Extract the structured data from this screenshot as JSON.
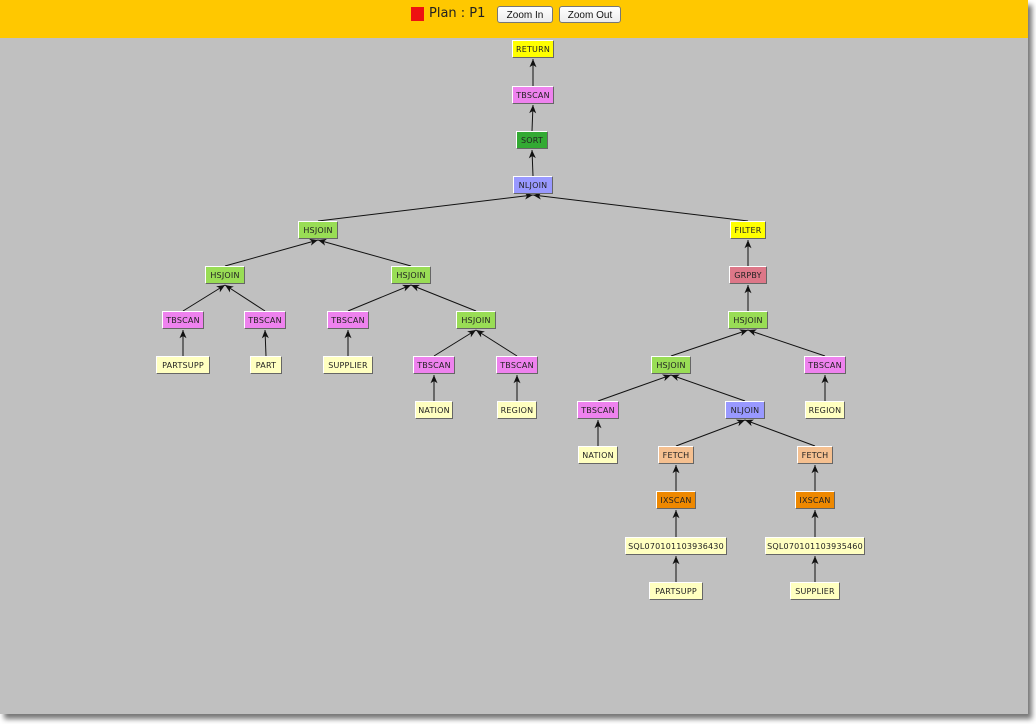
{
  "toolbar": {
    "plan_label": "Plan : P1",
    "plan_color": "#ee1111",
    "zoom_in_label": "Zoom In",
    "zoom_out_label": "Zoom Out"
  },
  "colors": {
    "return": "#ffff00",
    "tbscan": "#ee82ee",
    "sort": "#33aa33",
    "nljoin": "#9999ff",
    "hsjoin": "#99dd55",
    "filter": "#ffff00",
    "grpby": "#dd7788",
    "table": "#ffffc0",
    "fetch": "#f5c090",
    "ixscan": "#ee8800",
    "index": "#ffffc0"
  },
  "nodes": [
    {
      "id": "n1",
      "label": "RETURN",
      "type": "return",
      "parent": null
    },
    {
      "id": "n2",
      "label": "TBSCAN",
      "type": "tbscan",
      "parent": "n1"
    },
    {
      "id": "n3",
      "label": "SORT",
      "type": "sort",
      "parent": "n2"
    },
    {
      "id": "n4",
      "label": "NLJOIN",
      "type": "nljoin",
      "parent": "n3"
    },
    {
      "id": "n5",
      "label": "HSJOIN",
      "type": "hsjoin",
      "parent": "n4"
    },
    {
      "id": "n6",
      "label": "FILTER",
      "type": "filter",
      "parent": "n4"
    },
    {
      "id": "n7",
      "label": "HSJOIN",
      "type": "hsjoin",
      "parent": "n5"
    },
    {
      "id": "n8",
      "label": "HSJOIN",
      "type": "hsjoin",
      "parent": "n5"
    },
    {
      "id": "n9",
      "label": "GRPBY",
      "type": "grpby",
      "parent": "n6"
    },
    {
      "id": "n10",
      "label": "TBSCAN",
      "type": "tbscan",
      "parent": "n7"
    },
    {
      "id": "n11",
      "label": "TBSCAN",
      "type": "tbscan",
      "parent": "n7"
    },
    {
      "id": "n12",
      "label": "TBSCAN",
      "type": "tbscan",
      "parent": "n8"
    },
    {
      "id": "n13",
      "label": "HSJOIN",
      "type": "hsjoin",
      "parent": "n8"
    },
    {
      "id": "n14",
      "label": "HSJOIN",
      "type": "hsjoin",
      "parent": "n9"
    },
    {
      "id": "n15",
      "label": "PARTSUPP",
      "type": "table",
      "parent": "n10"
    },
    {
      "id": "n16",
      "label": "PART",
      "type": "table",
      "parent": "n11"
    },
    {
      "id": "n17",
      "label": "SUPPLIER",
      "type": "table",
      "parent": "n12"
    },
    {
      "id": "n18",
      "label": "TBSCAN",
      "type": "tbscan",
      "parent": "n13"
    },
    {
      "id": "n19",
      "label": "TBSCAN",
      "type": "tbscan",
      "parent": "n13"
    },
    {
      "id": "n20",
      "label": "HSJOIN",
      "type": "hsjoin",
      "parent": "n14"
    },
    {
      "id": "n21",
      "label": "TBSCAN",
      "type": "tbscan",
      "parent": "n14"
    },
    {
      "id": "n22",
      "label": "NATION",
      "type": "table",
      "parent": "n18"
    },
    {
      "id": "n23",
      "label": "REGION",
      "type": "table",
      "parent": "n19"
    },
    {
      "id": "n24",
      "label": "TBSCAN",
      "type": "tbscan",
      "parent": "n20"
    },
    {
      "id": "n25",
      "label": "NLJOIN",
      "type": "nljoin",
      "parent": "n20"
    },
    {
      "id": "n26",
      "label": "REGION",
      "type": "table",
      "parent": "n21"
    },
    {
      "id": "n27",
      "label": "NATION",
      "type": "table",
      "parent": "n24"
    },
    {
      "id": "n28",
      "label": "FETCH",
      "type": "fetch",
      "parent": "n25"
    },
    {
      "id": "n29",
      "label": "FETCH",
      "type": "fetch",
      "parent": "n25"
    },
    {
      "id": "n30",
      "label": "IXSCAN",
      "type": "ixscan",
      "parent": "n28"
    },
    {
      "id": "n31",
      "label": "IXSCAN",
      "type": "ixscan",
      "parent": "n29"
    },
    {
      "id": "n32",
      "label": "SQL070101103936430",
      "type": "index",
      "parent": "n30"
    },
    {
      "id": "n33",
      "label": "SQL070101103935460",
      "type": "index",
      "parent": "n31"
    },
    {
      "id": "n34",
      "label": "PARTSUPP",
      "type": "table",
      "parent": "n32"
    },
    {
      "id": "n35",
      "label": "SUPPLIER",
      "type": "table",
      "parent": "n33"
    }
  ]
}
